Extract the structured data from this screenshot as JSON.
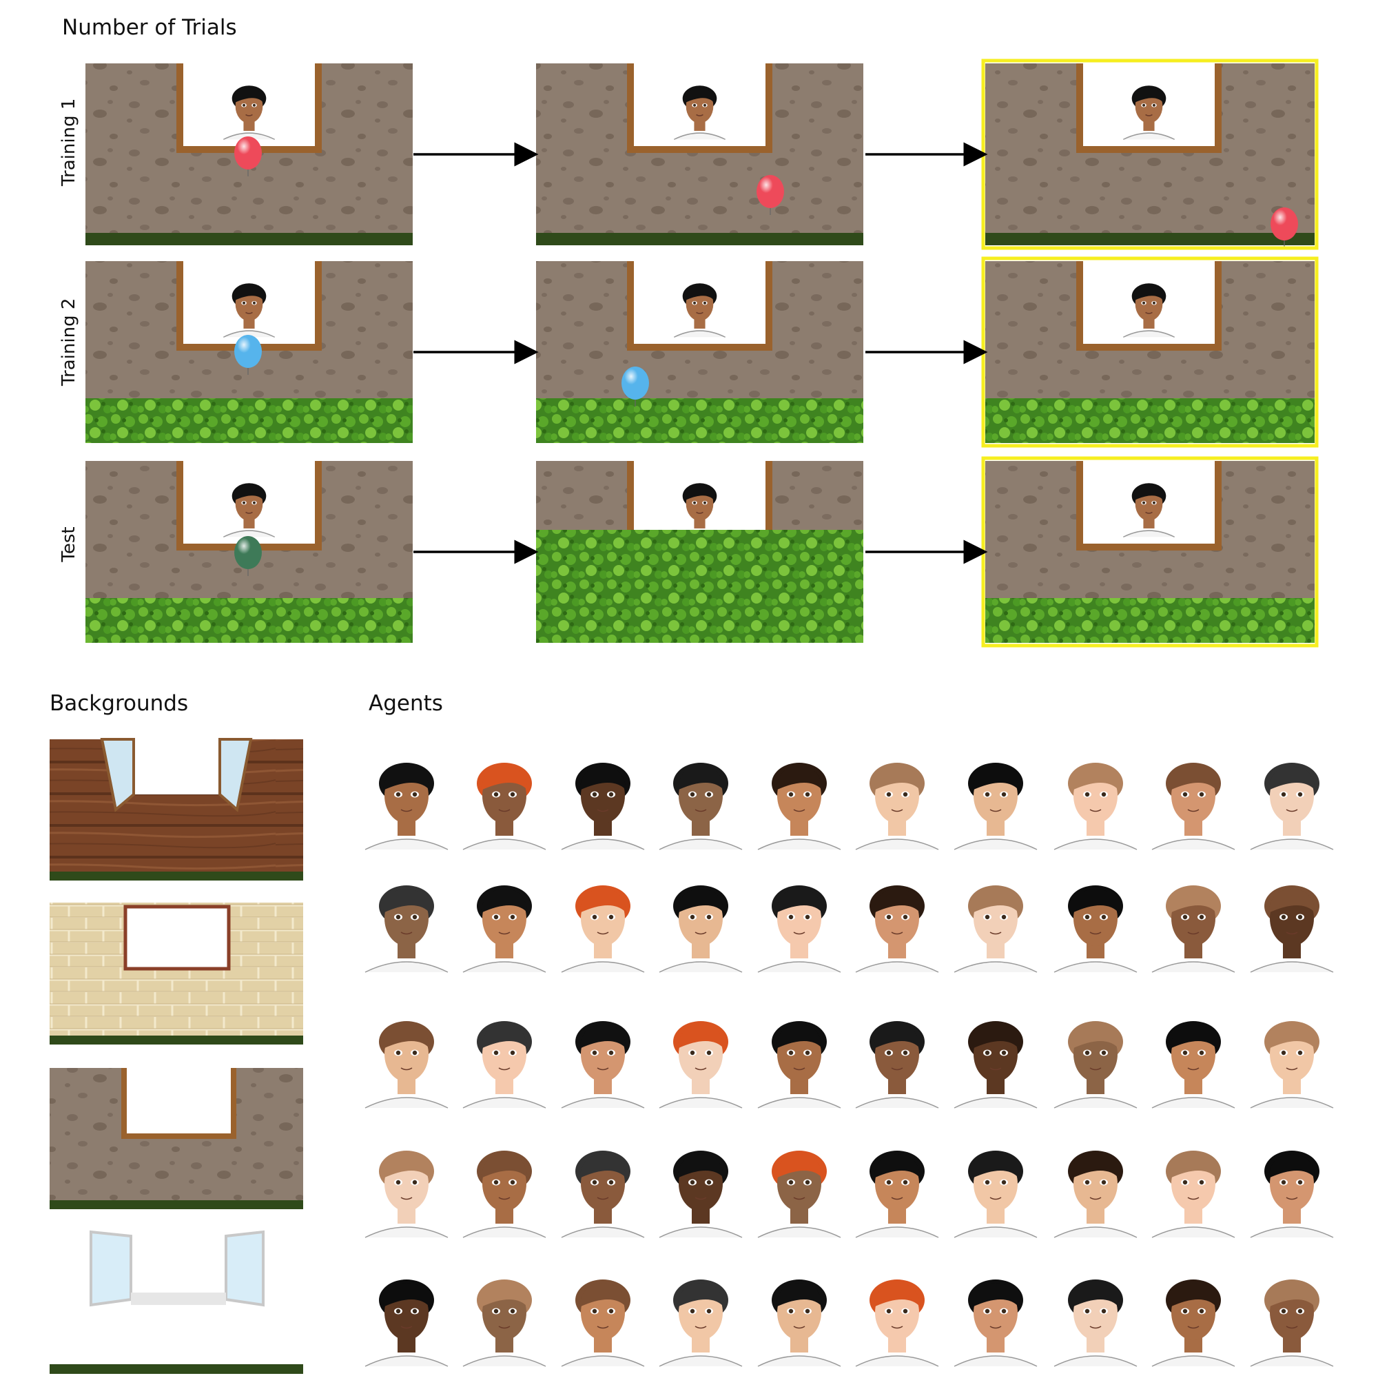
{
  "title": "Number of Trials",
  "rows": [
    {
      "label": "Training 1",
      "balloon_color": "#ee4a5a",
      "hedge": "none"
    },
    {
      "label": "Training 2",
      "balloon_color": "#56b4ec",
      "hedge": "low"
    },
    {
      "label": "Test",
      "balloon_color": "#3e7a58",
      "hedge": "low"
    }
  ],
  "sections": {
    "backgrounds_label": "Backgrounds",
    "agents_label": "Agents"
  },
  "colors": {
    "wall": "#8d7d6f",
    "wall_spot": "#756659",
    "frame": "#9a622d",
    "ground": "#2f4a1a",
    "hedge": "#4f9626",
    "highlight": "#f6ee20",
    "arrow": "#000000",
    "wood": "#7a4427",
    "brick": "#e2d1a6"
  },
  "agents": {
    "rows": 5,
    "cols": 10,
    "skin_tones": [
      "#a86d45",
      "#8a5a3c",
      "#5c3822",
      "#8c6446",
      "#c6865a",
      "#f1c7a6",
      "#e7b892",
      "#f5c9ad",
      "#d49670",
      "#f2d0b8"
    ],
    "hair_colors": [
      "#111111",
      "#1a1a1a",
      "#0d0d0d",
      "#333333",
      "#0f0f0f",
      "#a77a58",
      "#7b4f33",
      "#d9531f",
      "#2b1a10",
      "#b2825e"
    ]
  }
}
